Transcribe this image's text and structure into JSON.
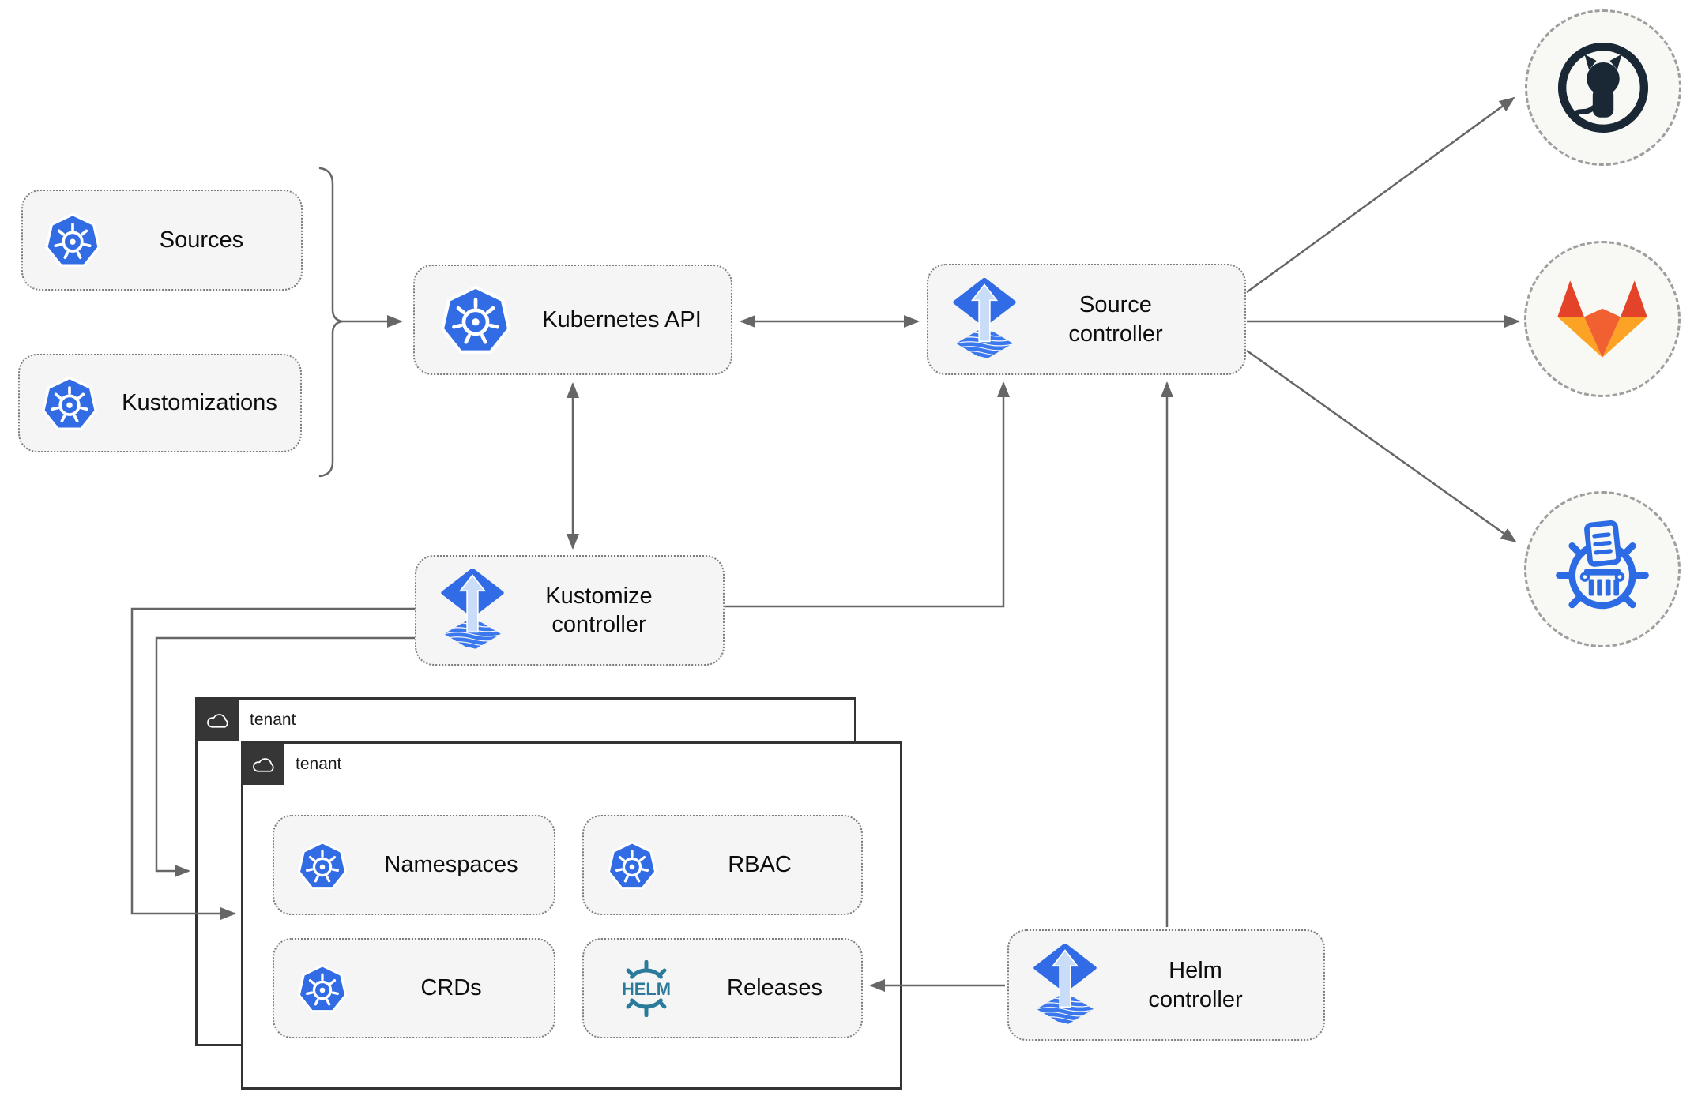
{
  "diagram": {
    "title_hint": "Flux GitOps multi-tenant architecture",
    "nodes": {
      "sources": {
        "label": "Sources",
        "icon": "kubernetes-icon"
      },
      "kustomizations": {
        "label": "Kustomizations",
        "icon": "kubernetes-icon"
      },
      "kubernetes_api": {
        "label": "Kubernetes API",
        "icon": "kubernetes-icon"
      },
      "source_controller": {
        "label": "Source\ncontroller",
        "icon": "flux-icon"
      },
      "kustomize_controller": {
        "label": "Kustomize\ncontroller",
        "icon": "flux-icon"
      },
      "helm_controller": {
        "label": "Helm\ncontroller",
        "icon": "flux-icon"
      },
      "tenant_back": {
        "label": "tenant",
        "icon": "cloud-icon"
      },
      "tenant_front": {
        "label": "tenant",
        "icon": "cloud-icon"
      },
      "namespaces": {
        "label": "Namespaces",
        "icon": "kubernetes-icon"
      },
      "rbac": {
        "label": "RBAC",
        "icon": "kubernetes-icon"
      },
      "crds": {
        "label": "CRDs",
        "icon": "kubernetes-icon"
      },
      "releases": {
        "label": "Releases",
        "icon": "helm-icon",
        "icon_text": "HELM"
      },
      "github": {
        "icon": "github-icon"
      },
      "gitlab": {
        "icon": "gitlab-icon"
      },
      "chartmuseum": {
        "icon": "chartmuseum-icon"
      }
    },
    "edges": [
      {
        "from": "sources & kustomizations",
        "to": "kubernetes_api",
        "style": "bracket-arrow"
      },
      {
        "from": "kubernetes_api",
        "to": "source_controller",
        "style": "double-arrow"
      },
      {
        "from": "kubernetes_api",
        "to": "kustomize_controller",
        "style": "double-arrow"
      },
      {
        "from": "kustomize_controller",
        "to": "source_controller",
        "style": "arrow"
      },
      {
        "from": "kustomize_controller",
        "to": "tenant_front",
        "style": "arrow"
      },
      {
        "from": "kustomize_controller",
        "to": "tenant_back",
        "style": "arrow"
      },
      {
        "from": "helm_controller",
        "to": "source_controller",
        "style": "arrow"
      },
      {
        "from": "helm_controller",
        "to": "releases",
        "style": "arrow"
      },
      {
        "from": "source_controller",
        "to": "github",
        "style": "arrow"
      },
      {
        "from": "source_controller",
        "to": "gitlab",
        "style": "arrow"
      },
      {
        "from": "source_controller",
        "to": "chartmuseum",
        "style": "arrow"
      }
    ],
    "colors": {
      "kubernetes_blue": "#326ce5",
      "flux_blue": "#316ce6",
      "flux_arrow_light": "#c9dcf8",
      "helm_teal": "#2a7b9b",
      "github_dark": "#1a2734",
      "gitlab_red": "#e24329",
      "gitlab_orange": "#f06031",
      "gitlab_light_orange": "#fca326",
      "chartmuseum_blue": "#2c6be4",
      "node_fill": "#f5f5f5",
      "edge_gray": "#666666",
      "tenant_border": "#333333"
    }
  }
}
